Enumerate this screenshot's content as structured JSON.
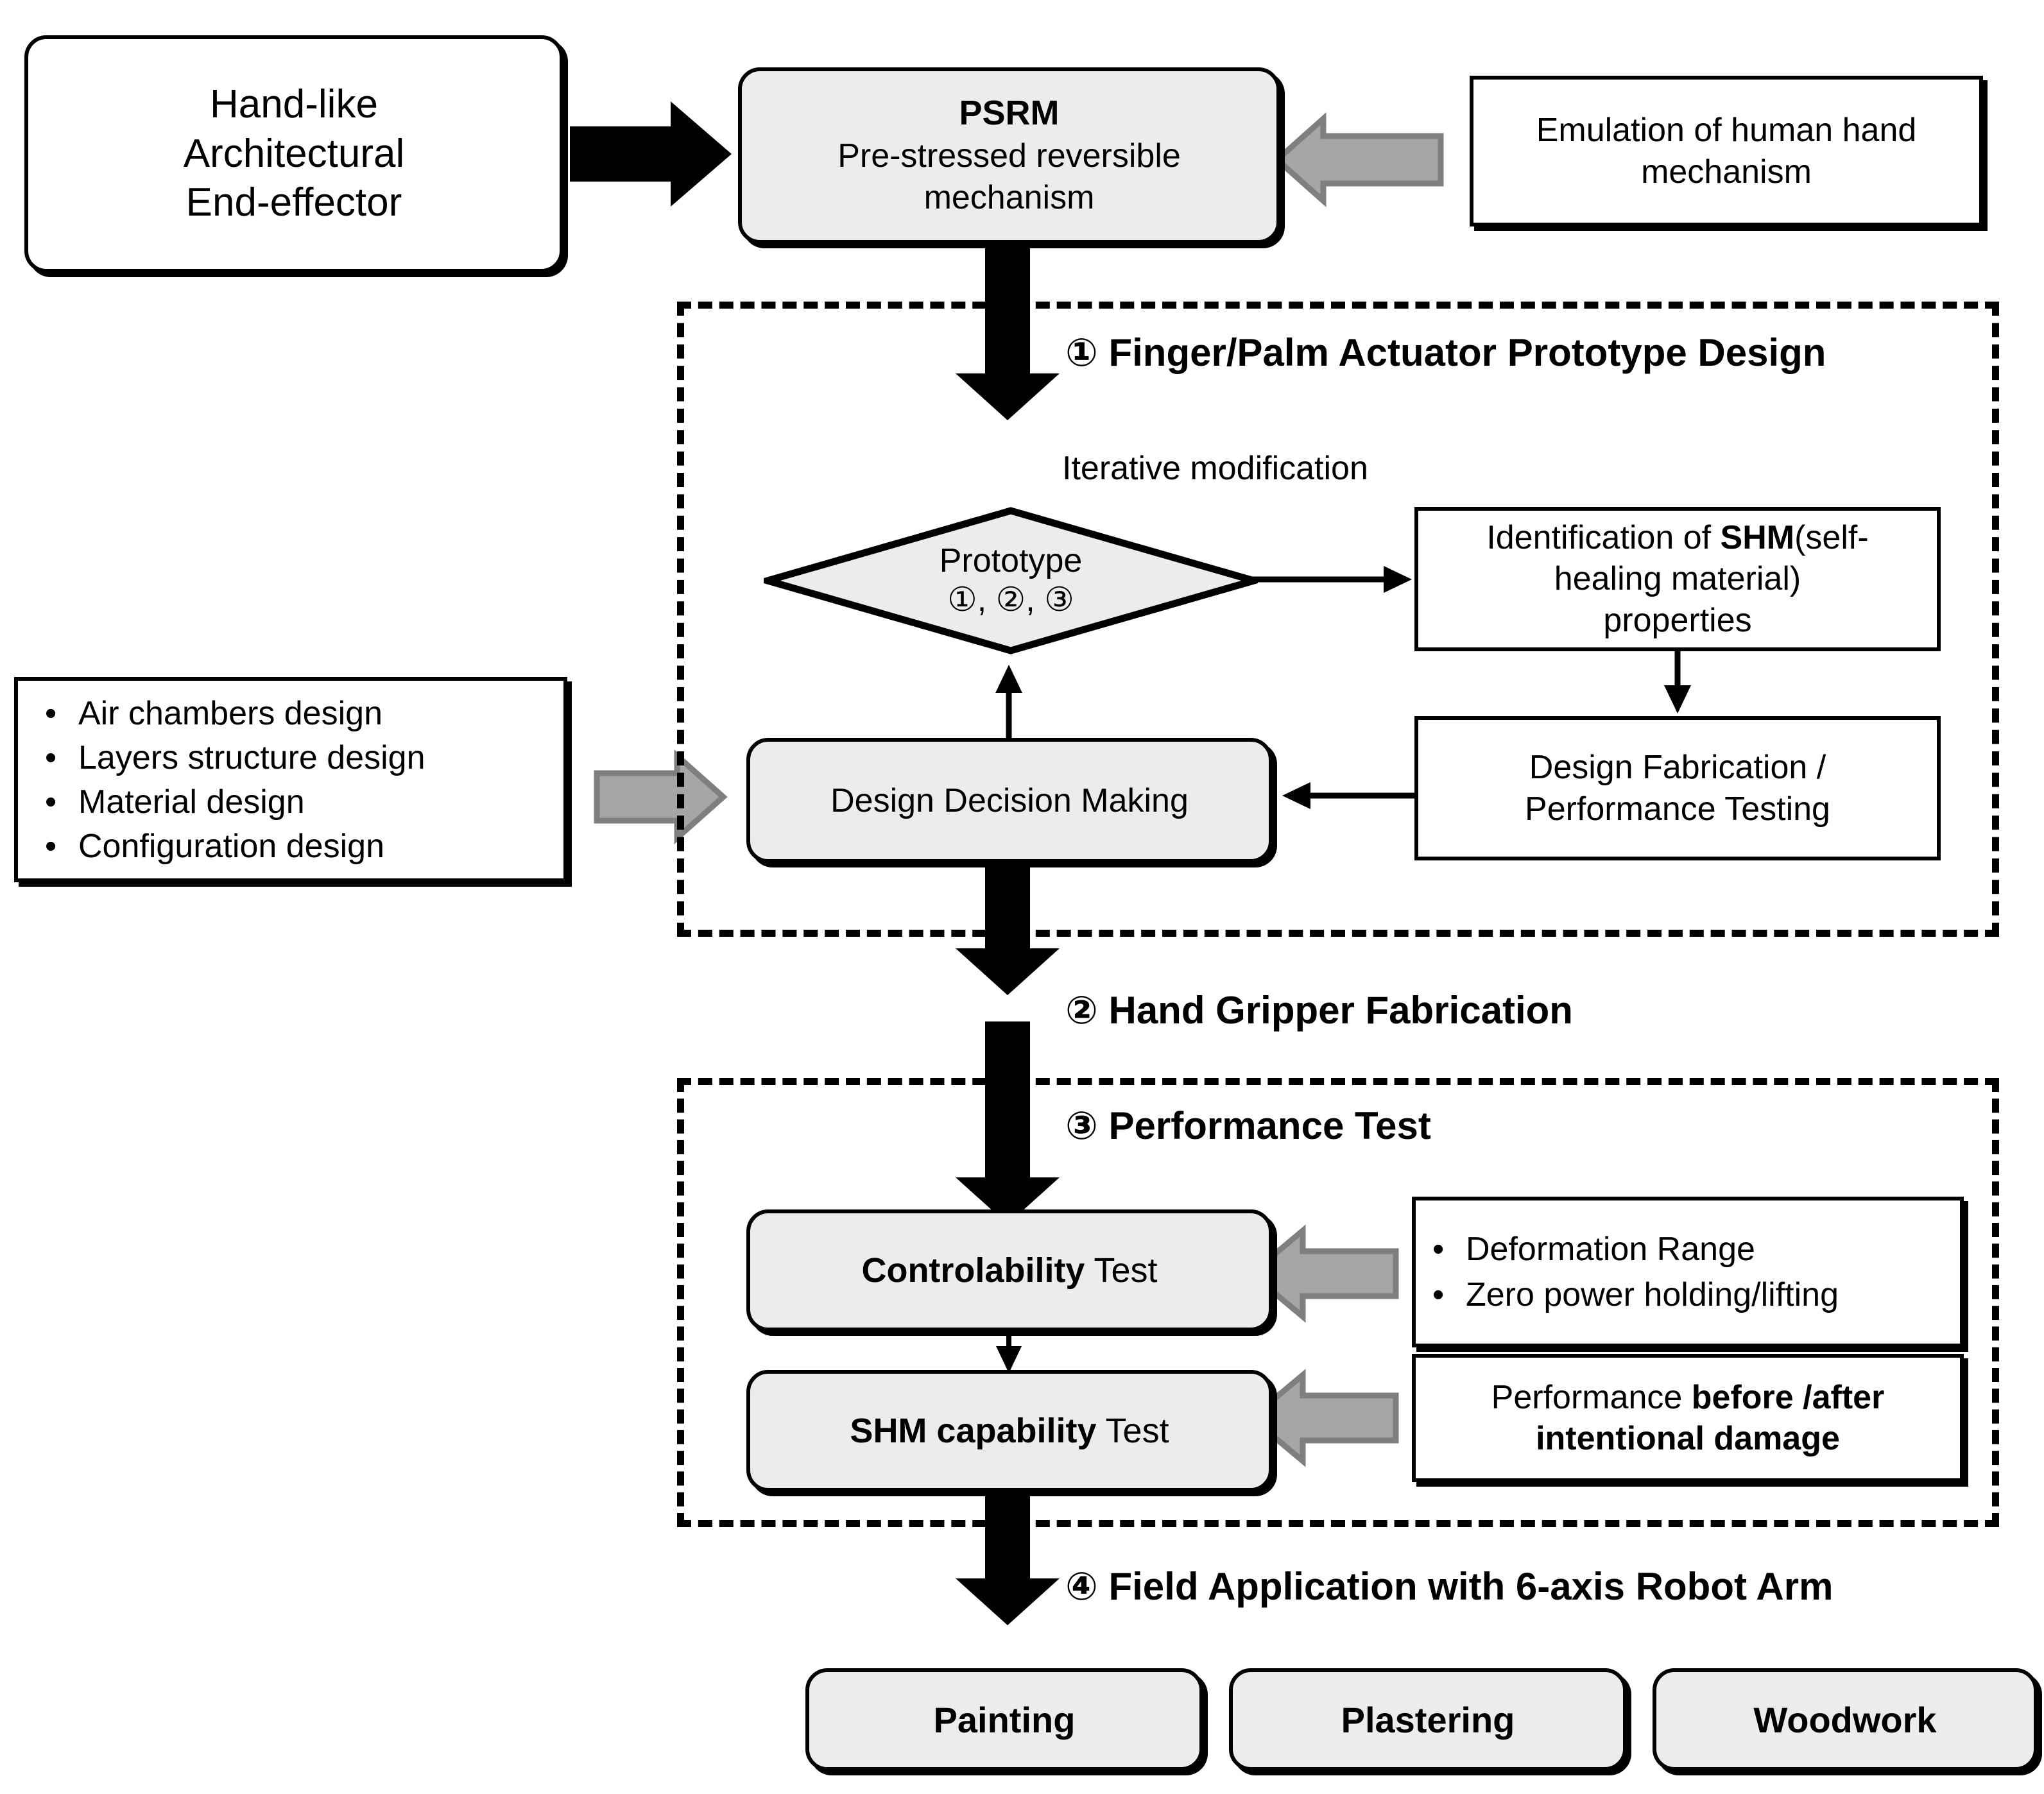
{
  "nodes": {
    "end_effector": "Hand-like\nArchitectural\nEnd-effector",
    "psrm_title": "PSRM",
    "psrm_sub": "Pre-stressed reversible\nmechanism",
    "emulation": "Emulation of human hand\nmechanism",
    "prototype_label": "Prototype",
    "prototype_nums": "①, ②, ③",
    "iterative_modification": "Iterative modification",
    "shm_ident_pre": "Identification of ",
    "shm_ident_bold": "SHM",
    "shm_ident_post": "(self-\nhealing material)\nproperties",
    "design_fab": "Design Fabrication /\nPerformance Testing",
    "design_decision": "Design Decision Making",
    "controlability_bold": "Controlability",
    "controlability_rest": " Test",
    "shm_capability_bold": "SHM capability",
    "shm_capability_rest": " Test",
    "perf_before_pre": "Performance ",
    "perf_before_bold": "before /after\nintentional damage",
    "painting": "Painting",
    "plastering": "Plastering",
    "woodwork": "Woodwork"
  },
  "sections": [
    {
      "id": 1,
      "num": "①",
      "title": "Finger/Palm Actuator Prototype Design"
    },
    {
      "id": 2,
      "num": "②",
      "title": "Hand Gripper Fabrication"
    },
    {
      "id": 3,
      "num": "③",
      "title": "Performance Test"
    },
    {
      "id": 4,
      "num": "④",
      "title": "Field Application with 6-axis Robot Arm"
    }
  ],
  "design_bullets": {
    "marker": "•",
    "items": [
      "Air chambers design",
      "Layers structure design",
      "Material design",
      "Configuration design"
    ]
  },
  "control_bullets": {
    "marker": "•",
    "items": [
      "Deformation Range",
      "Zero power holding/lifting"
    ]
  },
  "colors": {
    "node_fill": "#ececec",
    "white_fill": "#ffffff",
    "stroke": "#000000",
    "gray_arrow_fill": "#a6a6a6",
    "gray_arrow_stroke": "#7f7f7f",
    "shadow": "#000000"
  }
}
